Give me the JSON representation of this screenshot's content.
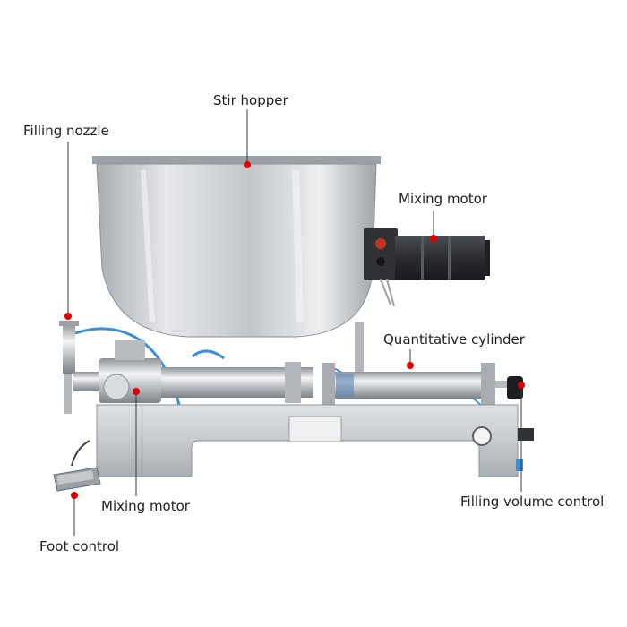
{
  "callouts": {
    "stir_hopper": "Stir hopper",
    "filling_nozzle": "Filling nozzle",
    "mixing_motor_top": "Mixing motor",
    "quantitative_cylinder": "Quantitative cylinder",
    "mixing_motor_bottom": "Mixing motor",
    "filling_volume_control": "Filling volume control",
    "foot_control": "Foot control"
  },
  "colors": {
    "callout_dot": "#e00000",
    "steel": "#c9ccd0",
    "motor": "#2b2d30",
    "air_hose": "#3b8fd6"
  }
}
